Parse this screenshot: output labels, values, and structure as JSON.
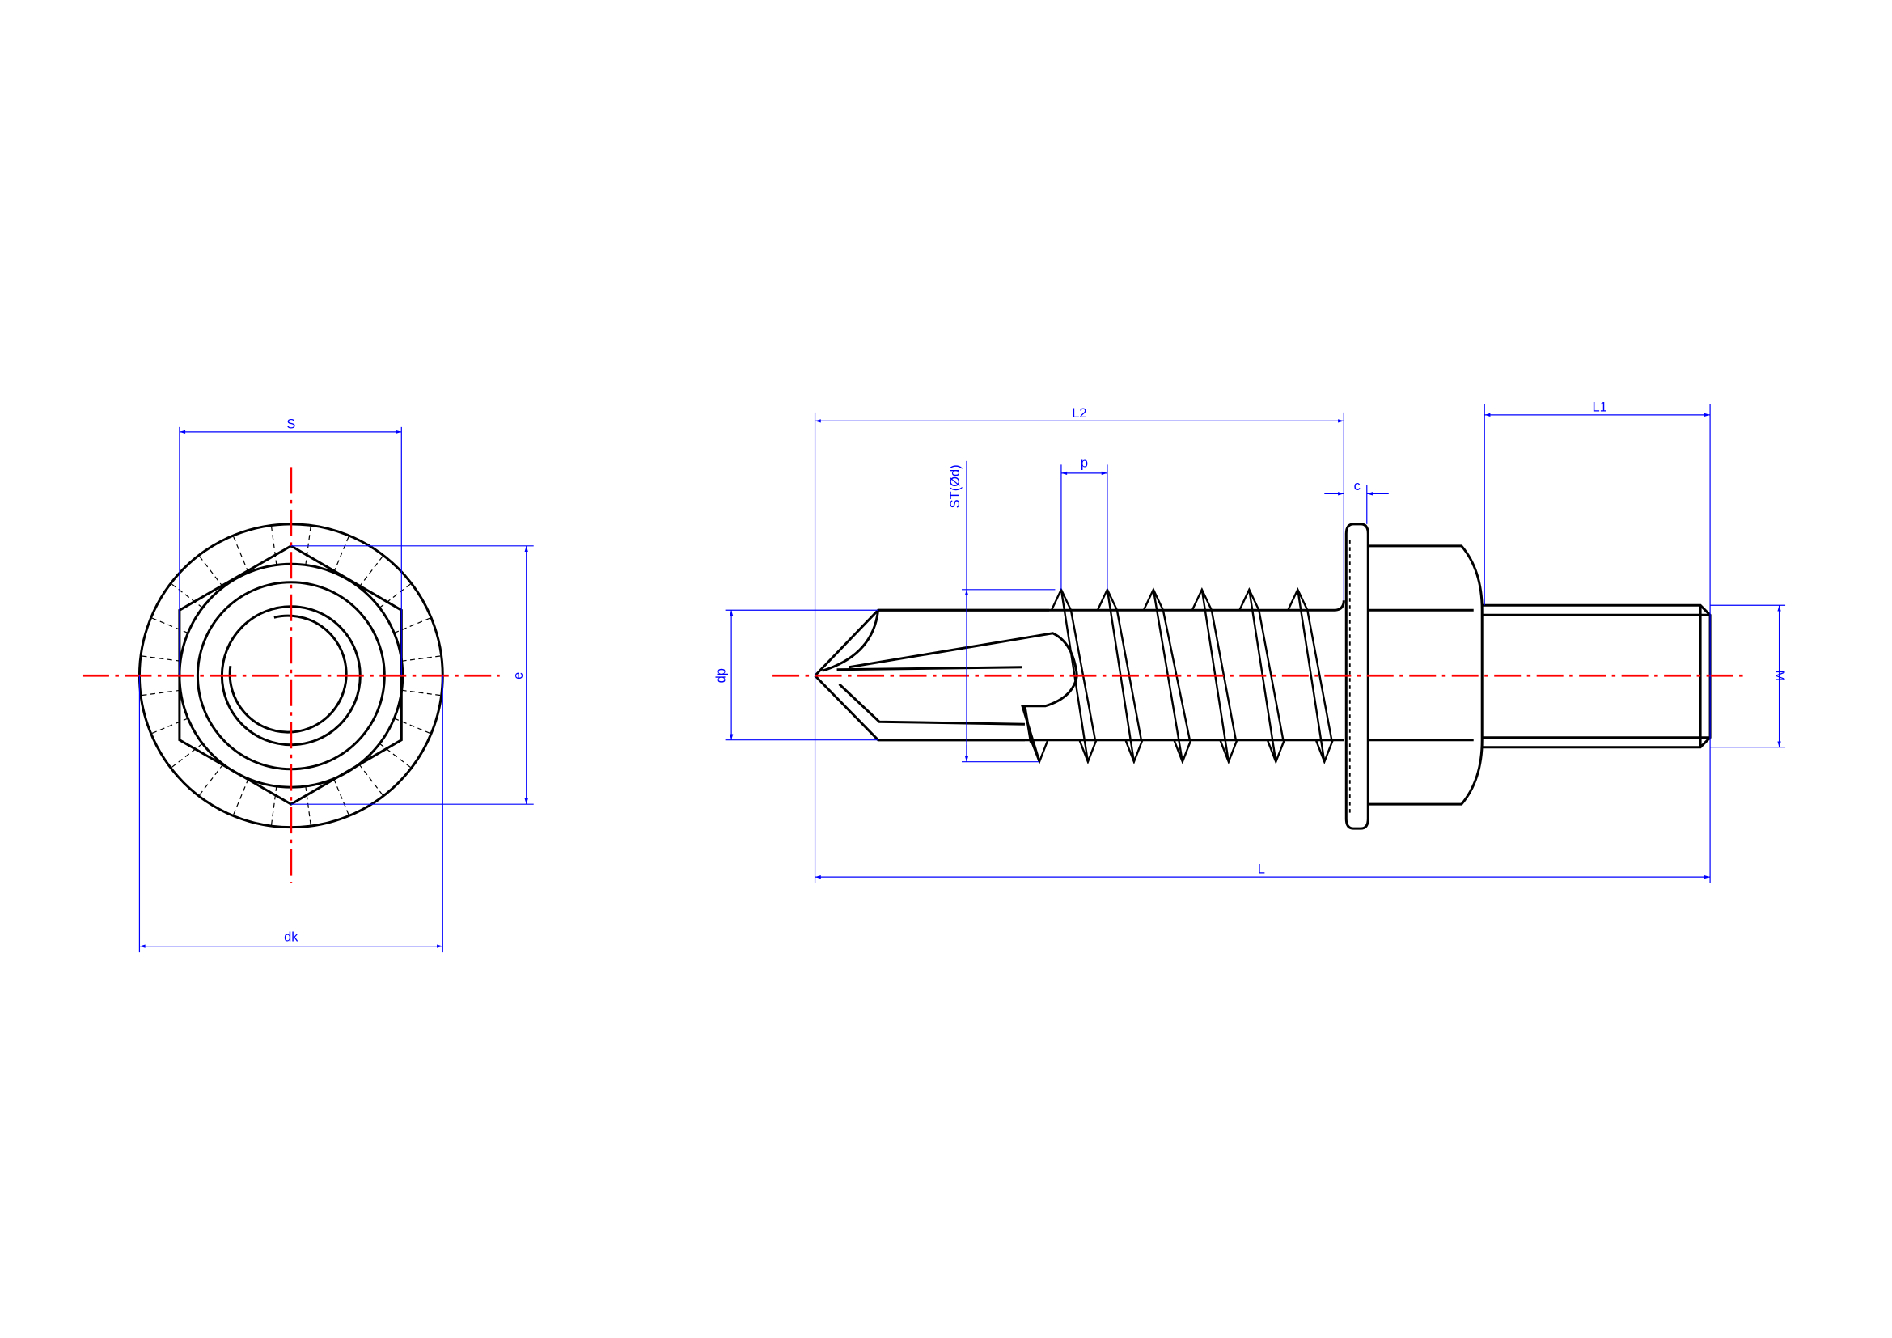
{
  "drawing": {
    "end_view": {
      "labels": {
        "s": "S",
        "e": "e",
        "dk": "dk"
      }
    },
    "side_view": {
      "labels": {
        "L2": "L2",
        "L1": "L1",
        "L": "L",
        "p": "p",
        "c": "c",
        "st": "ST(Ød)",
        "dp": "dp",
        "M": "M"
      }
    }
  },
  "colors": {
    "outline": "#000000",
    "dimension": "#0000ff",
    "centerline": "#ff0000"
  }
}
